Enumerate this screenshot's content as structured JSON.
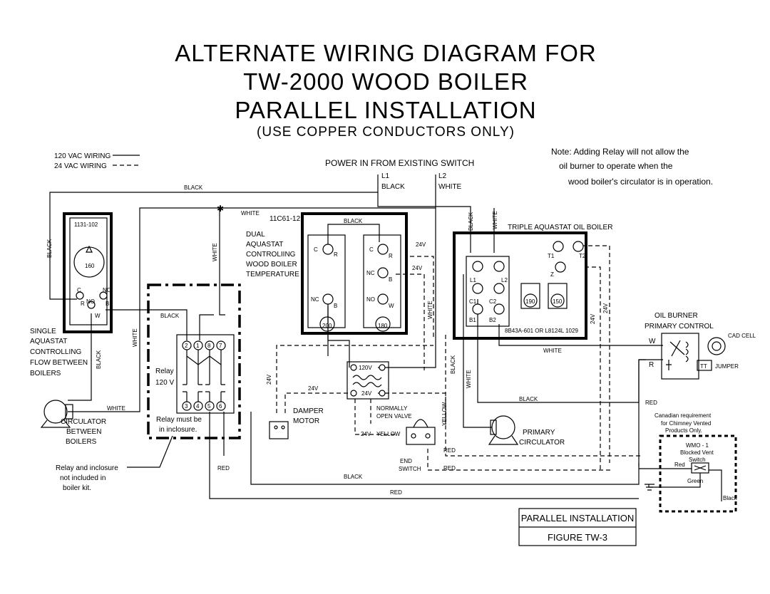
{
  "title": {
    "line1": "ALTERNATE WIRING DIAGRAM FOR",
    "line2": "TW-2000 WOOD BOILER",
    "line3": "PARALLEL INSTALLATION",
    "line4": "(USE COPPER CONDUCTORS ONLY)"
  },
  "legend": {
    "line120": "120 VAC WIRING",
    "line24": "24 VAC WIRING"
  },
  "power": {
    "heading": "POWER IN FROM EXISTING SWITCH",
    "l1": "L1",
    "l1_color": "BLACK",
    "l2": "L2",
    "l2_color": "WHITE"
  },
  "note": {
    "line1": "Note: Adding Relay will not allow the",
    "line2": "oil burner to operate when the",
    "line3": "wood boiler's circulator is in operation."
  },
  "single_aquastat": {
    "model": "1131-102",
    "setpoint": "160",
    "t_c": "C",
    "t_r": "R",
    "t_no": "NO",
    "t_nc": "NC",
    "t_b": "B",
    "t_w": "W",
    "caption": [
      "SINGLE",
      "AQUASTAT",
      "CONTROLLING",
      "FLOW BETWEEN",
      "BOILERS"
    ]
  },
  "dual_aquastat": {
    "model": "11C61-12",
    "caption": [
      "DUAL",
      "AQUASTAT",
      "CONTROLIING",
      "WOOD BOILER",
      "TEMPERATURE"
    ],
    "t_c": "C",
    "t_r": "R",
    "t_nc": "NC",
    "t_b": "B",
    "t_no": "NO",
    "t_w": "W",
    "dial_left": "200",
    "dial_right": "180"
  },
  "triple_aquastat": {
    "title": "TRIPLE AQUASTAT OIL BOILER",
    "terms": [
      "L1",
      "L2",
      "C1",
      "C2",
      "B1",
      "B2",
      "T1",
      "T2",
      "Z"
    ],
    "dial_left": "190",
    "dial_right": "150",
    "model": "8B43A-601 OR L8124L 1029"
  },
  "relay": {
    "label1": "Relay",
    "label2": "120 V",
    "top_terms": [
      "2",
      "1",
      "8",
      "7"
    ],
    "bottom_terms": [
      "3",
      "4",
      "5",
      "6"
    ],
    "enclosure_note1": "Relay must be",
    "enclosure_note2": "in inclosure.",
    "kit_note": [
      "Relay and inclosure",
      "not included in",
      "boiler kit."
    ]
  },
  "transformer": {
    "v120": "120V",
    "v24": "24V"
  },
  "damper": {
    "label1": "DAMPER",
    "label2": "MOTOR"
  },
  "valve": {
    "label1": "NORMALLY",
    "label2": "OPEN VALVE",
    "end1": "END",
    "end2": "SWITCH"
  },
  "circulator_between": {
    "label": [
      "CIRCULATOR",
      "BETWEEN",
      "BOILERS"
    ]
  },
  "primary_circulator": {
    "label1": "PRIMARY",
    "label2": "CIRCULATOR"
  },
  "oil_burner": {
    "title1": "OIL BURNER",
    "title2": "PRIMARY CONTROL",
    "w": "W",
    "r": "R",
    "cad": "CAD CELL",
    "tt": "TT",
    "jumper": "JUMPER"
  },
  "canadian": {
    "line1": "Canadian requirement",
    "line2": "for Chimney Vented",
    "line3": "Products Only.",
    "wmo1": "WMO - 1",
    "wmo2": "Blocked Vent",
    "wmo3": "Switch",
    "red": "Red",
    "green": "Green",
    "black": "Black"
  },
  "wires": {
    "black": "BLACK",
    "white": "WHITE",
    "red": "RED",
    "yellow": "YELLOW",
    "v24": "24V"
  },
  "figure": {
    "line1": "PARALLEL INSTALLATION",
    "line2": "FIGURE TW-3"
  }
}
